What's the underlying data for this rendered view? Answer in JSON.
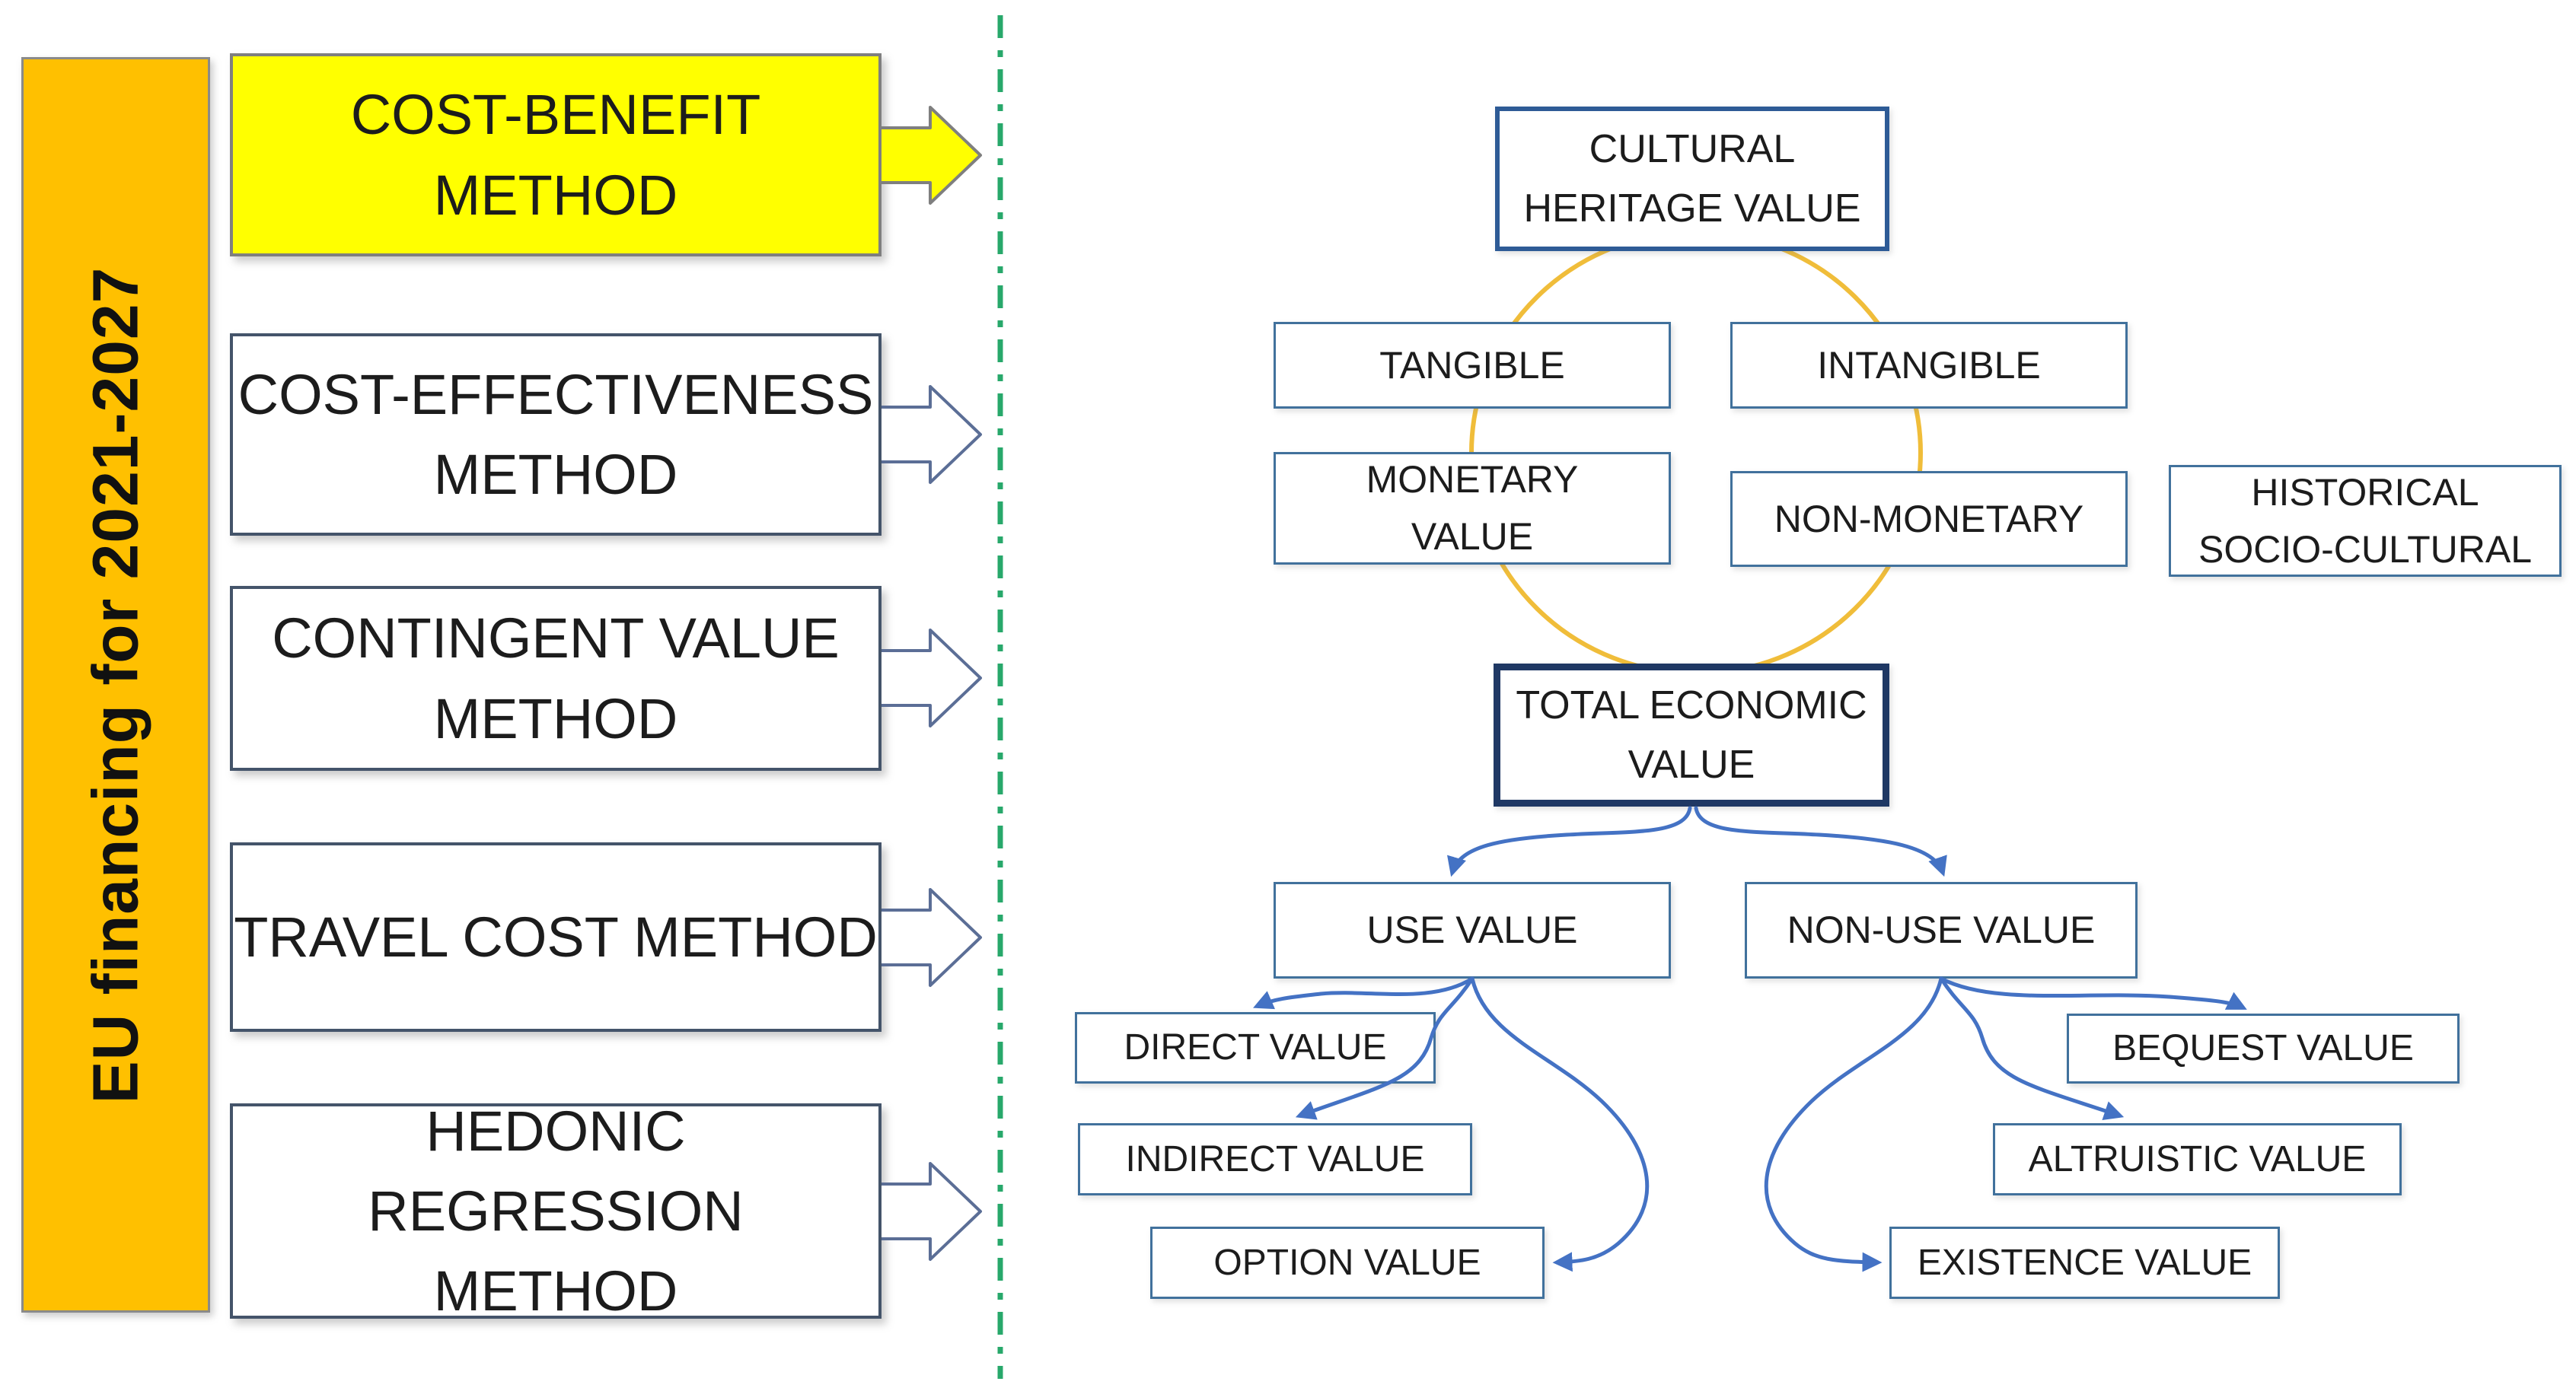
{
  "page": {
    "background": "#FFFFFF"
  },
  "left_panel": {
    "banner": {
      "label": "EU financing for 2021-2027",
      "bg": "#FFC000"
    },
    "methods": [
      {
        "label": "COST-BENEFIT\nMETHOD",
        "highlighted": true
      },
      {
        "label": "COST-EFFECTIVENESS\nMETHOD",
        "highlighted": false
      },
      {
        "label": "CONTINGENT VALUE\nMETHOD",
        "highlighted": false
      },
      {
        "label": "TRAVEL COST METHOD",
        "highlighted": false
      },
      {
        "label": "HEDONIC REGRESSION\nMETHOD",
        "highlighted": false
      }
    ],
    "highlight_color": "#FFFF00"
  },
  "diagram": {
    "nodes": {
      "cultural_heritage_value": "CULTURAL\nHERITAGE VALUE",
      "tangible": "TANGIBLE",
      "intangible": "INTANGIBLE",
      "monetary_value": "MONETARY\nVALUE",
      "non_monetary": "NON-MONETARY",
      "historical_socio_cultural": "HISTORICAL\nSOCIO-CULTURAL",
      "total_economic_value": "TOTAL ECONOMIC\nVALUE",
      "use_value": "USE VALUE",
      "non_use_value": "NON-USE VALUE",
      "direct_value": "DIRECT VALUE",
      "indirect_value": "INDIRECT VALUE",
      "option_value": "OPTION VALUE",
      "bequest_value": "BEQUEST VALUE",
      "altruistic_value": "ALTRUISTIC VALUE",
      "existence_value": "EXISTENCE VALUE"
    },
    "ellipse_links": [
      "cultural_heritage_value",
      "tangible",
      "intangible",
      "monetary_value",
      "non_monetary",
      "total_economic_value"
    ],
    "edges": [
      [
        "total_economic_value",
        "use_value"
      ],
      [
        "total_economic_value",
        "non_use_value"
      ],
      [
        "use_value",
        "direct_value"
      ],
      [
        "use_value",
        "indirect_value"
      ],
      [
        "use_value",
        "option_value"
      ],
      [
        "non_use_value",
        "bequest_value"
      ],
      [
        "non_use_value",
        "altruistic_value"
      ],
      [
        "non_use_value",
        "existence_value"
      ]
    ]
  },
  "colors": {
    "banner_orange": "#FFC000",
    "highlight_yellow": "#FFFF00",
    "divider_green": "#28A86B",
    "connector_blue": "#4472C4",
    "ellipse_gold": "#F0BD3A",
    "node_border_blue": "#41719C",
    "cultural_border_blue": "#2E5B96",
    "tev_border_navy": "#1F3864",
    "method_border_gray_blue": "#44546A"
  }
}
